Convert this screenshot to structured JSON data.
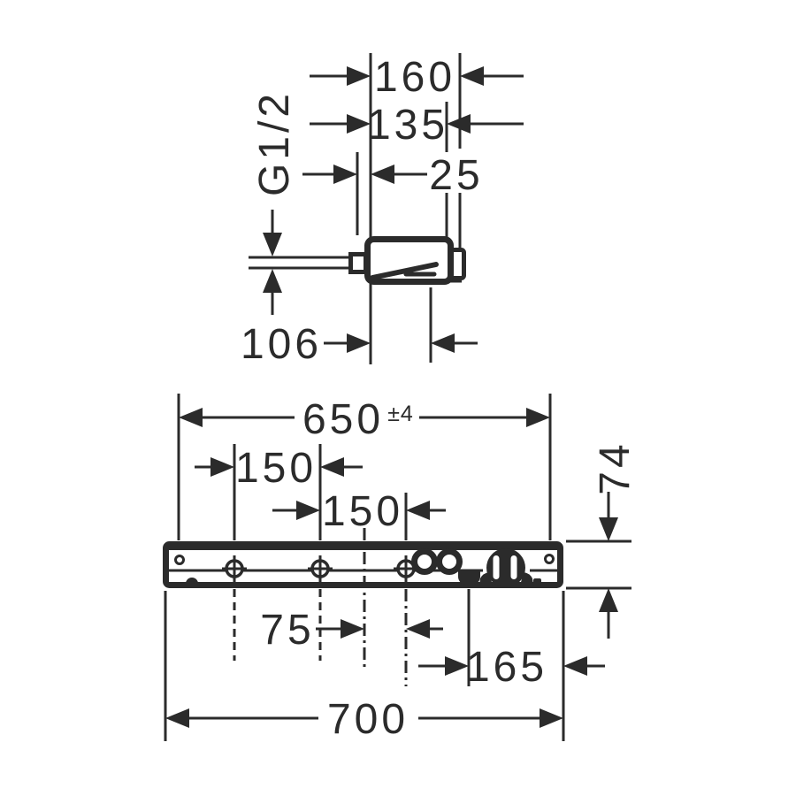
{
  "meta": {
    "kind": "technical-dimension-drawing",
    "ink_color": "#2b2b2b",
    "background_color": "#ffffff",
    "views": [
      "wall-connection-side-view",
      "shower-bar-front-view"
    ]
  },
  "dims": {
    "g12": "G1/2",
    "d160": "160",
    "d135": "135",
    "d25": "25",
    "d106": "106",
    "d650": "650",
    "tol650": "±4",
    "d150a": "150",
    "d150b": "150",
    "d74": "74",
    "d75": "75",
    "d165": "165",
    "d700": "700"
  },
  "dimension_values_mm": {
    "thread": "G1/2",
    "top_view": [
      160,
      135,
      25,
      106
    ],
    "front_view": [
      650,
      150,
      150,
      74,
      75,
      165,
      700
    ],
    "tolerance_650": "±4"
  }
}
